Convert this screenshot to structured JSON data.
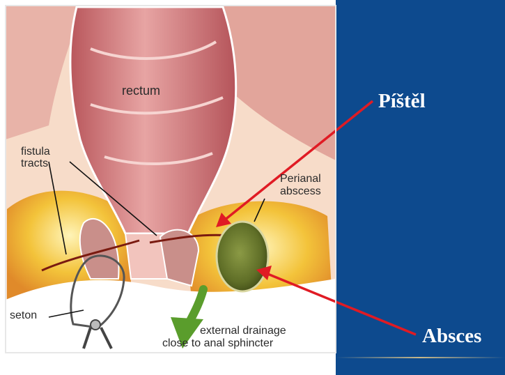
{
  "colors": {
    "panel_blue": "#0d4a8e",
    "pointer_red": "#e01b24",
    "drainage_arrow_green": "#5a9d2c",
    "abscess_green": "#6b7a32",
    "rectum_pink": "#d88a8c",
    "fat_yellow": "#f3c33a"
  },
  "diagram": {
    "labels": {
      "rectum": "rectum",
      "fistula_tracts_line1": "fistula",
      "fistula_tracts_line2": "tracts",
      "perianal_abscess_line1": "Perianal",
      "perianal_abscess_line2": "abscess",
      "seton": "seton",
      "drainage_line1": "external drainage",
      "drainage_line2": "close to anal sphincter"
    }
  },
  "slide_labels": {
    "fistula": "Píštěl",
    "abscess": "Absces"
  },
  "icons": [
    "green-drainage-arrow-icon",
    "seton-clamp-icon"
  ]
}
